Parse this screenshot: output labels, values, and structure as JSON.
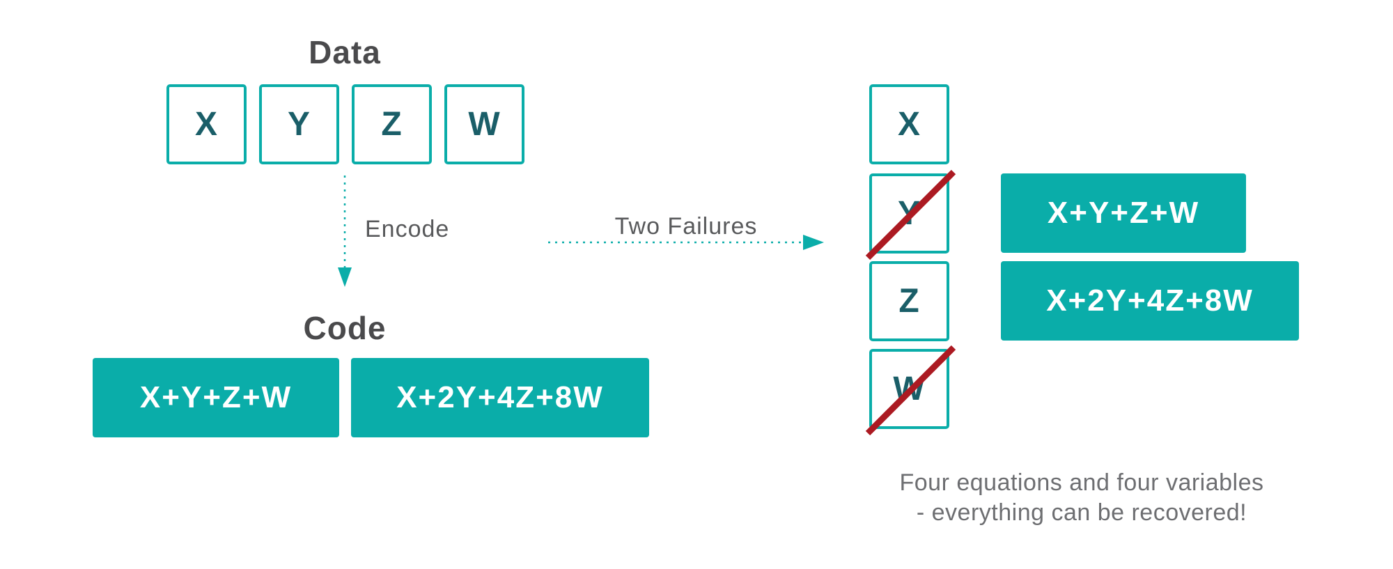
{
  "colors": {
    "teal": "#0aada9",
    "dark_teal": "#1a5e68",
    "heading_gray": "#4a4a4c",
    "label_gray": "#58595b",
    "caption_gray": "#6d6e71",
    "red": "#ac1a22"
  },
  "left": {
    "data_heading": "Data",
    "data_blocks": [
      "X",
      "Y",
      "Z",
      "W"
    ],
    "encode_label": "Encode",
    "code_heading": "Code",
    "code_blocks": [
      "X+Y+Z+W",
      "X+2Y+4Z+8W"
    ]
  },
  "transition": {
    "label": "Two Failures"
  },
  "right": {
    "data_blocks": [
      {
        "label": "X",
        "failed": false
      },
      {
        "label": "Y",
        "failed": true
      },
      {
        "label": "Z",
        "failed": false
      },
      {
        "label": "W",
        "failed": true
      }
    ],
    "code_blocks": [
      "X+Y+Z+W",
      "X+2Y+4Z+8W"
    ],
    "caption_line1": "Four equations and four variables",
    "caption_line2": "- everything can be recovered!"
  }
}
